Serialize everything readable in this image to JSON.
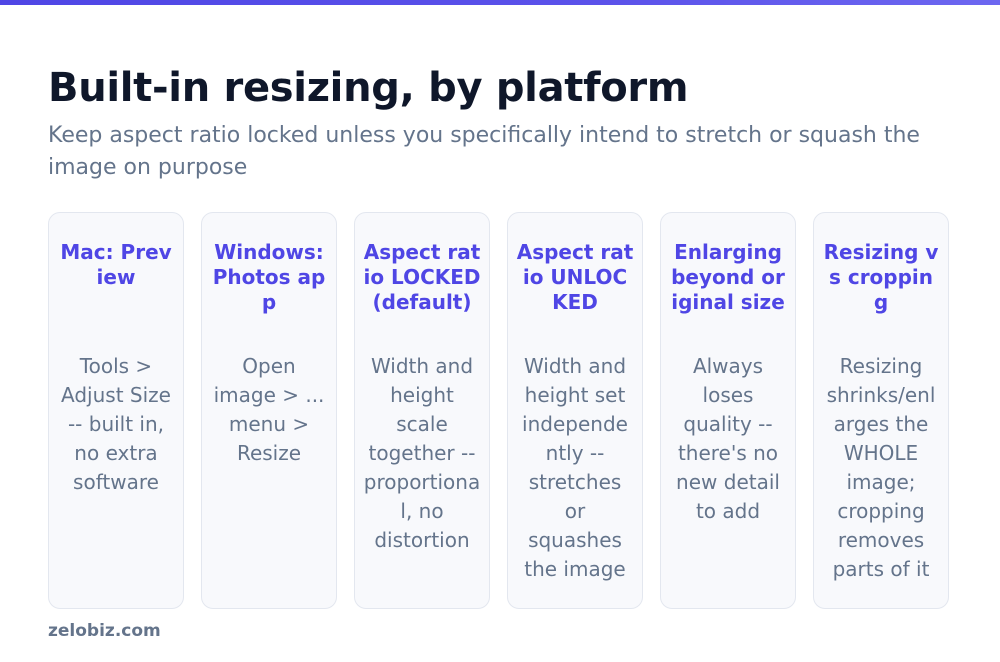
{
  "page": {
    "title": "Built-in resizing, by platform",
    "subtitle": "Keep aspect ratio locked unless you specifically intend to stretch or squash the image on purpose",
    "brand": "zelobiz.com",
    "accent_color": "#4f46e5"
  },
  "cards": [
    {
      "title": "Mac: Preview",
      "body": "Tools > Adjust Size -- built in, no extra software"
    },
    {
      "title": "Windows: Photos app",
      "body": "Open image > ... menu > Resize"
    },
    {
      "title": "Aspect ratio LOCKED (default)",
      "body": "Width and height scale together -- proportional, no distortion"
    },
    {
      "title": "Aspect ratio UNLOCKED",
      "body": "Width and height set independently -- stretches or squashes the image"
    },
    {
      "title": "Enlarging beyond original size",
      "body": "Always loses quality -- there's no new detail to add"
    },
    {
      "title": "Resizing vs cropping",
      "body": "Resizing shrinks/enlarges the WHOLE image; cropping removes parts of it"
    }
  ]
}
